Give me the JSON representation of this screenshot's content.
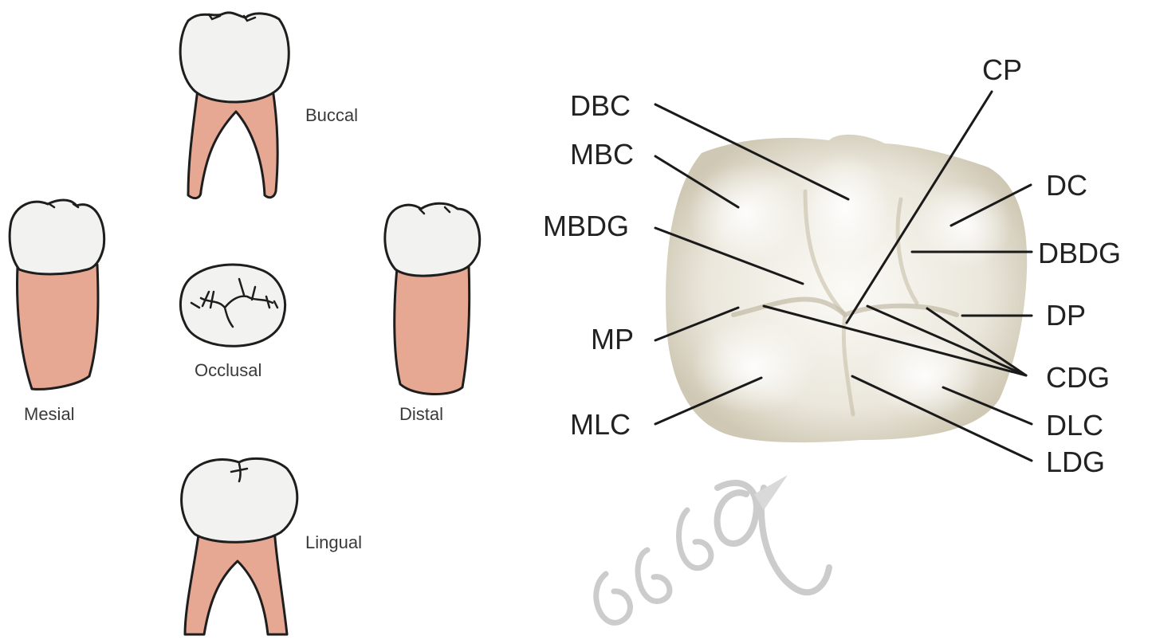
{
  "views": {
    "buccal": "Buccal",
    "mesial": "Mesial",
    "occlusal": "Occlusal",
    "distal": "Distal",
    "lingual": "Lingual"
  },
  "codes": {
    "dbc": "DBC",
    "mbc": "MBC",
    "mbdg": "MBDG",
    "mp": "MP",
    "mlc": "MLC",
    "cp": "CP",
    "dc": "DC",
    "dbdg": "DBDG",
    "dp": "DP",
    "cdg": "CDG",
    "dlc": "DLC",
    "ldg": "LDG"
  },
  "watermark": "ee of",
  "colors": {
    "crown": "#f2f2f0",
    "root": "#e6a893",
    "occlusal_surface": "#ddd7c6",
    "outline": "#1e1e1e"
  }
}
